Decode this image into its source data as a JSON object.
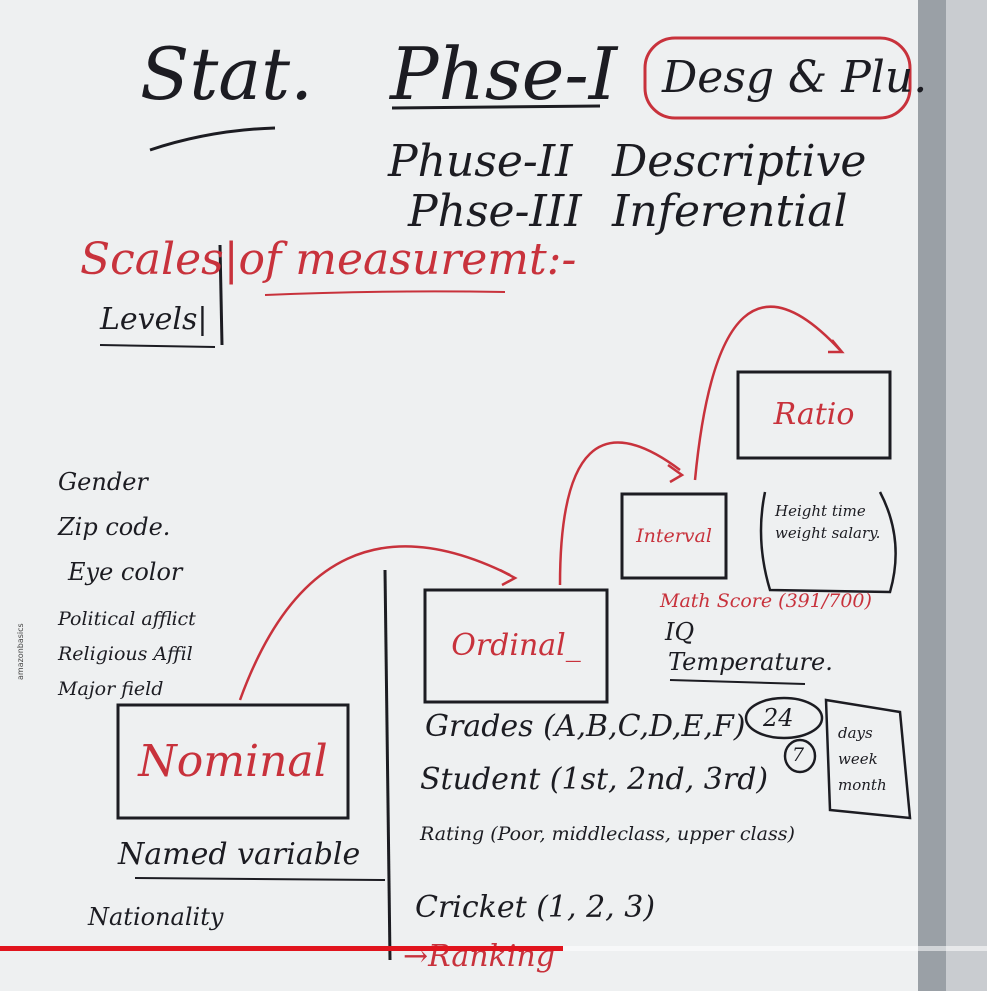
{
  "title": {
    "stat": "Stat.",
    "phase1": "Phse-I",
    "phase1_desc": "Desg & Plu."
  },
  "phases": [
    {
      "label": "Phuse-II",
      "desc": "Descriptive"
    },
    {
      "label": "Phse-III",
      "desc": "Inferential"
    }
  ],
  "scales": {
    "heading": "Scales|of measuremt:-",
    "levels": "Levels|"
  },
  "nominal_examples": [
    "Gender",
    "Zip code.",
    "Eye color",
    "Political afflict",
    "Religious Affil",
    "Major field"
  ],
  "boxes": {
    "nominal": "Nominal",
    "ordinal": "Ordinal_",
    "interval": "Interval",
    "ratio": "Ratio"
  },
  "nominal_notes": [
    "Named variable",
    "Nationality"
  ],
  "ordinal_examples": [
    "Grades (A,B,C,D,E,F)",
    "Student (1st, 2nd, 3rd)",
    "Rating (Poor, middleclass, upper class)",
    "Cricket (1, 2, 3)"
  ],
  "ordinal_arrow": "→Ranking",
  "interval_examples": [
    "Math Score (391/700)",
    "IQ",
    "Temperature."
  ],
  "ratio_examples": [
    "Height time weight salary."
  ],
  "side_notes": {
    "circle1": "24",
    "circle2": "7",
    "bracket": "days week month"
  },
  "video": {
    "progress": 0.57
  },
  "vertical_text": "amazonbasics"
}
